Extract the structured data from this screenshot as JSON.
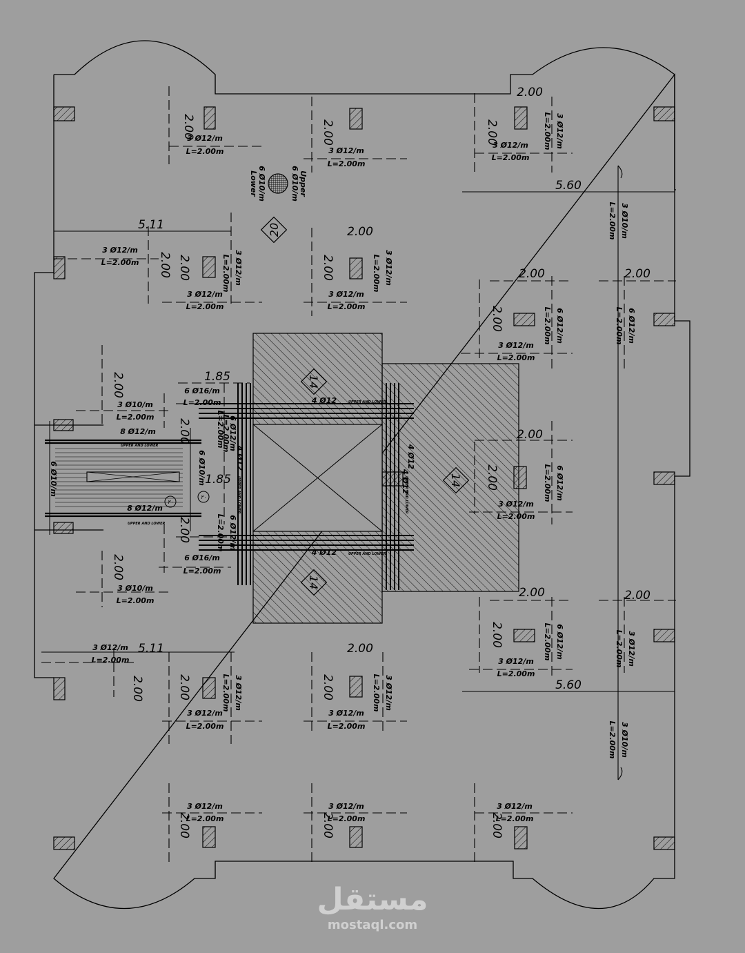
{
  "colors": {
    "background": "#9e9e9e",
    "line": "#000000",
    "watermark": "#f2f2f2"
  },
  "icons": [
    "column-hatch",
    "slab-hatch",
    "circle-mesh",
    "diamond-tag",
    "circle-tag"
  ],
  "dims": [
    "2.00",
    "2.00",
    "2.00",
    "2.00",
    "5.60",
    "5.11",
    "2.00",
    "2.00",
    "2.00",
    "2.00",
    "2.00",
    "2.00",
    "2.00",
    "2.00",
    "1.85",
    "2.00",
    "1.85",
    "2.00",
    "2.00",
    "2.00",
    "2.00",
    "2.00",
    "2.00",
    "5.11",
    "2.00",
    "2.00",
    "2.00",
    "2.00",
    "2.00",
    "5.60",
    "2.00",
    "2.00",
    "2.00",
    "2.00",
    "2.00"
  ],
  "labels": [
    "3 Ø12/m",
    "L=2.00m",
    "3 Ø12/m",
    "L=2.00m",
    "3 Ø12/m",
    "L=2.00m",
    "3 Ø12/m",
    "L=2.00m",
    "3 Ø10/m",
    "L=2.00m",
    "Upper",
    "6 Ø10/m",
    "6 Ø10/m",
    "Lower",
    "3 Ø12/m",
    "L=2.00m",
    "3 Ø12/m",
    "L=2.00m",
    "3 Ø12/m",
    "L=2.00m",
    "3 Ø12/m",
    "L=2.00m",
    "3 Ø12/m",
    "L=2.00m",
    "6 Ø12/m",
    "L=2.00m",
    "3 Ø12/m",
    "L=2.00m",
    "6 Ø12/m",
    "L=2.00m",
    "6 Ø16/m",
    "L=2.00m",
    "3 Ø10/m",
    "L=2.00m",
    "8 Ø12/m",
    "6 Ø12/m",
    "L=2.00m",
    "6 Ø10/m",
    "8 Ø12/m",
    "6 Ø16/m",
    "L=2.00m",
    "3 Ø10/m",
    "L=2.00m",
    "6 Ø12/m",
    "L=2.00m",
    "6 Ø10/m",
    "L=2.00m",
    "4 Ø12",
    "4 Ø12",
    "4 Ø12",
    "4 Ø12",
    "4 Ø12",
    "3 Ø12/m",
    "L=2.00m",
    "3 Ø12/m",
    "L=2.00m",
    "6 Ø12/m",
    "L=2.00m",
    "3 Ø12/m",
    "L=2.00m",
    "6 Ø12/m",
    "L=2.00m",
    "3 Ø12/m",
    "L=2.00m",
    "3 Ø12/m",
    "L=2.00m",
    "3 Ø12/m",
    "L=2.00m",
    "3 Ø12/m",
    "L=2.00m",
    "3 Ø12/m",
    "L=2.00m",
    "3 Ø10/m",
    "L=2.00m",
    "3 Ø12/m",
    "L=2.00m",
    "3 Ø12/m",
    "L=2.00m",
    "3 Ø12/m",
    "L=2.00m"
  ],
  "tiny": [
    "UPPER AND LOWER",
    "UPPER AND LOWER",
    "UPPER AND LOWER",
    "UPPER AND LOWER",
    "UPPER AND LOWER",
    "UPPER AND LOWER",
    "UPPER AND LOWER",
    "UPPER AND LOWER"
  ],
  "tags": [
    "20",
    "14",
    "14",
    "14",
    "٢٠",
    "٢٠"
  ],
  "watermark": {
    "text_ar": "مستقل",
    "text_en": "mostaql.com"
  }
}
